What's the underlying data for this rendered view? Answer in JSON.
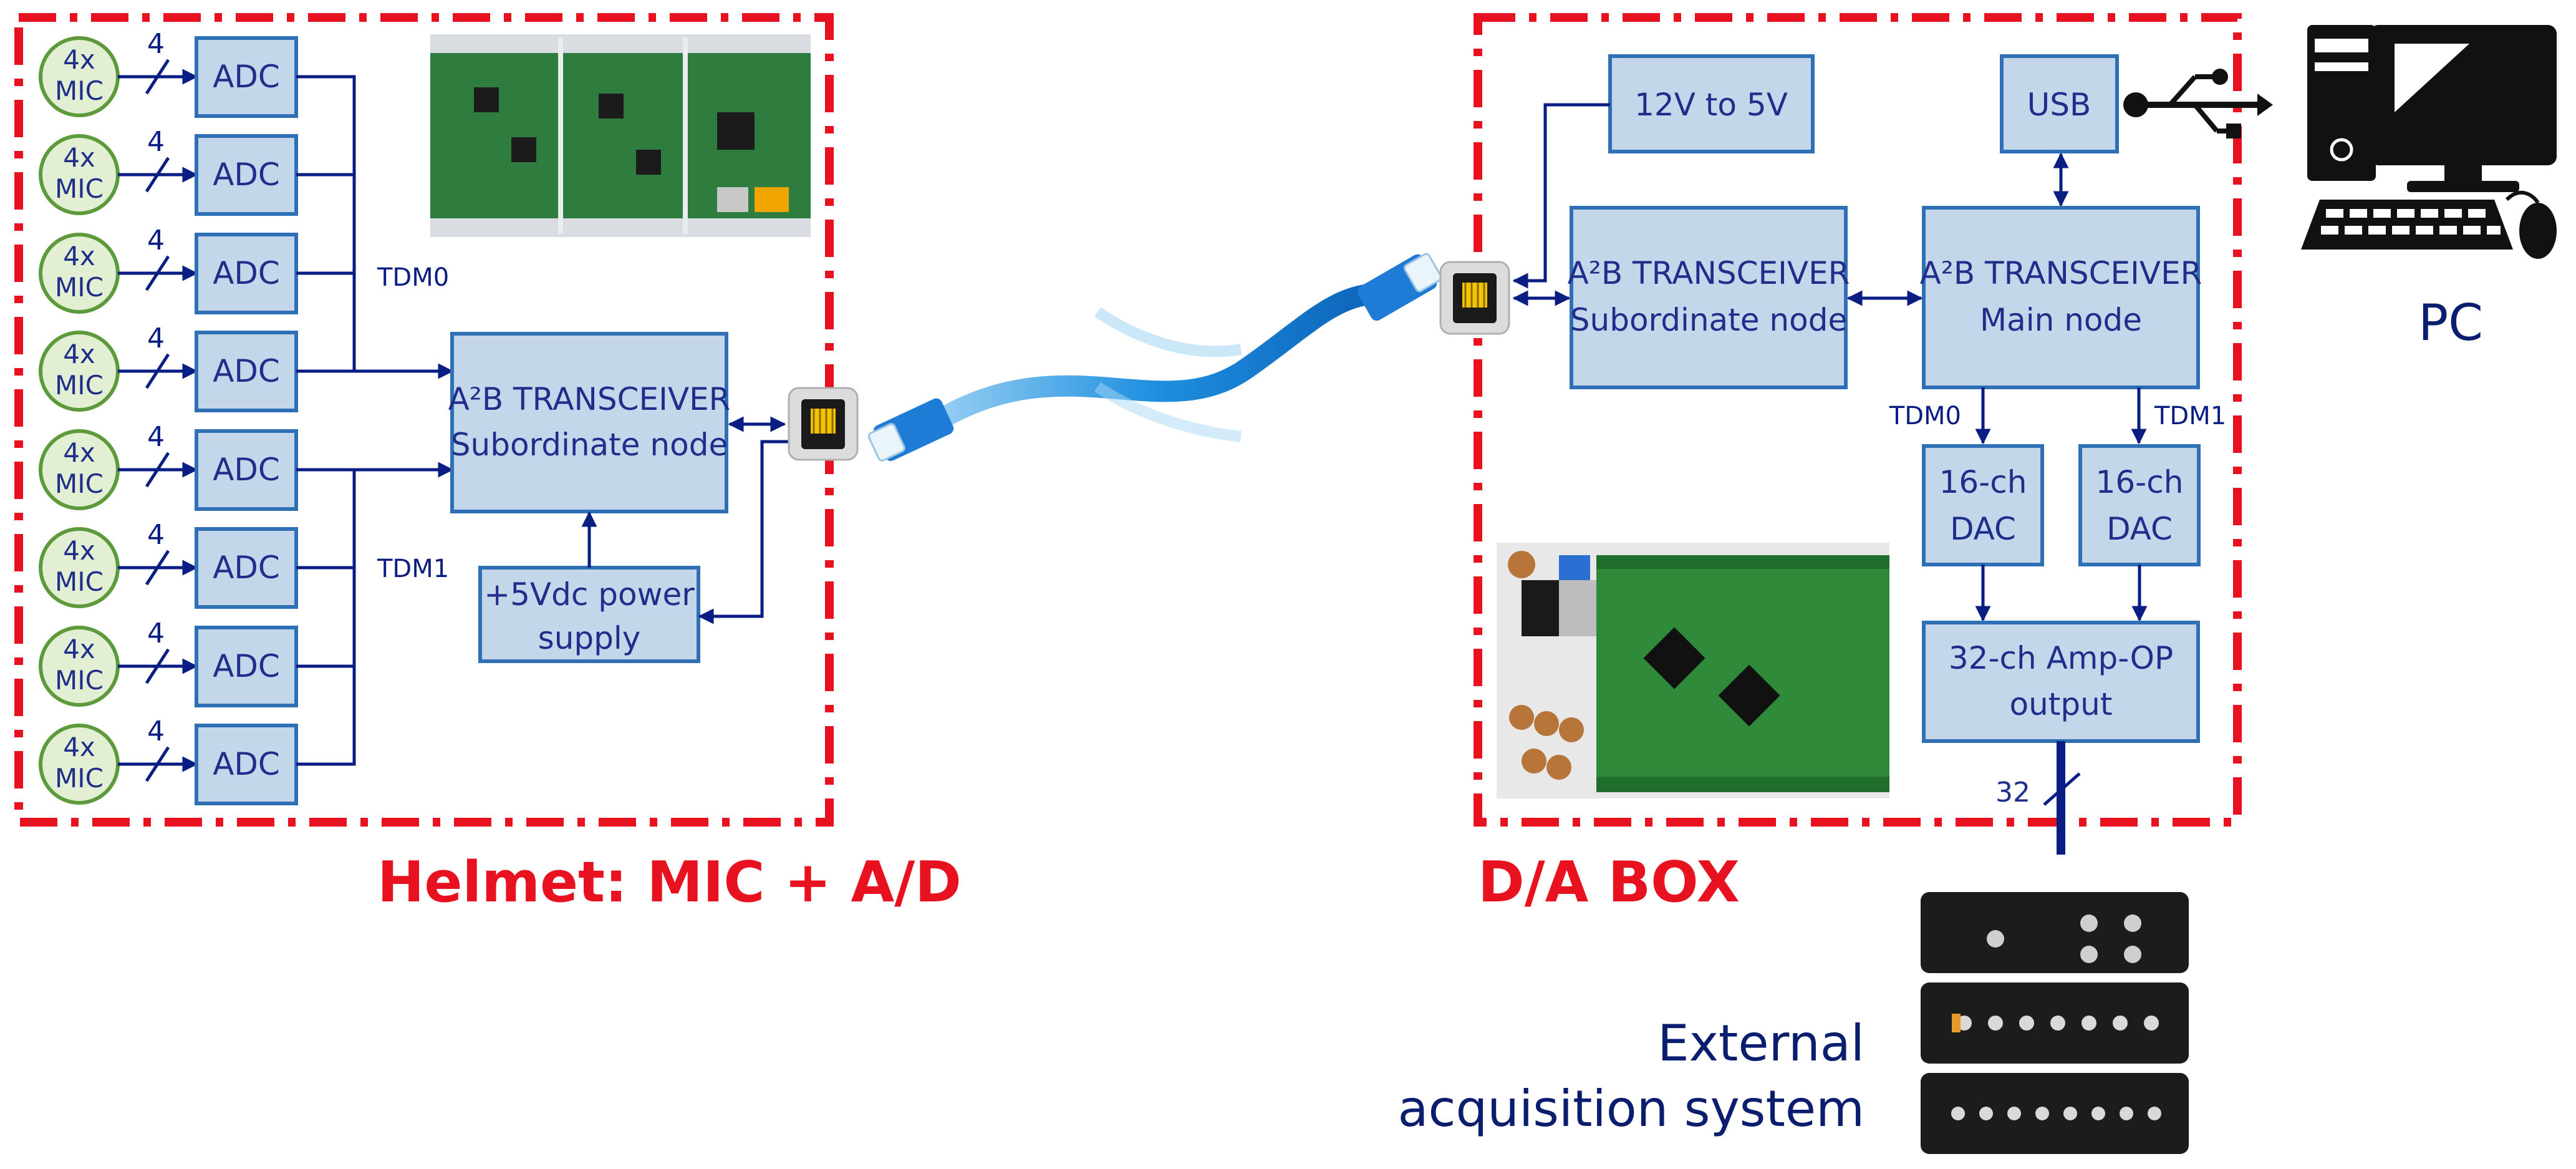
{
  "mic_label_line1": "4x",
  "mic_label_line2": "MIC",
  "mic_bus_width": "4",
  "adc_label": "ADC",
  "helmet": {
    "title": "Helmet: MIC + A/D",
    "tdm0": "TDM0",
    "tdm1": "TDM1",
    "transceiver_line1": "A²B TRANSCEIVER",
    "transceiver_line2": "Subordinate node",
    "power_line1": "+5Vdc power",
    "power_line2": "supply"
  },
  "dabox": {
    "title": "D/A BOX",
    "converter": "12V to 5V",
    "usb": "USB",
    "sub_line1": "A²B TRANSCEIVER",
    "sub_line2": "Subordinate node",
    "main_line1": "A²B TRANSCEIVER",
    "main_line2": "Main node",
    "tdm0": "TDM0",
    "tdm1": "TDM1",
    "dac_line1": "16-ch",
    "dac_line2": "DAC",
    "amp_line1": "32-ch Amp-OP",
    "amp_line2": "output",
    "bus_width": "32"
  },
  "pc_label": "PC",
  "external_line1": "External",
  "external_line2": "acquisition system",
  "colors": {
    "border_red": "#e8111f",
    "box_fill": "#c3d6ea",
    "box_stroke": "#2f6fb5",
    "wire_navy": "#0a1d82",
    "mic_fill": "#e3efd3",
    "mic_stroke": "#5c9a3c"
  }
}
